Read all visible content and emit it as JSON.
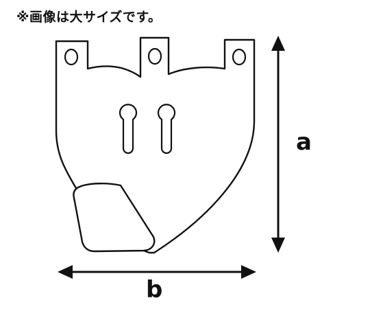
{
  "note": "※画像は大サイズです。",
  "dimensions": {
    "height_label": "a",
    "width_label": "b"
  },
  "colors": {
    "line": "#111111",
    "background": "#ffffff"
  }
}
